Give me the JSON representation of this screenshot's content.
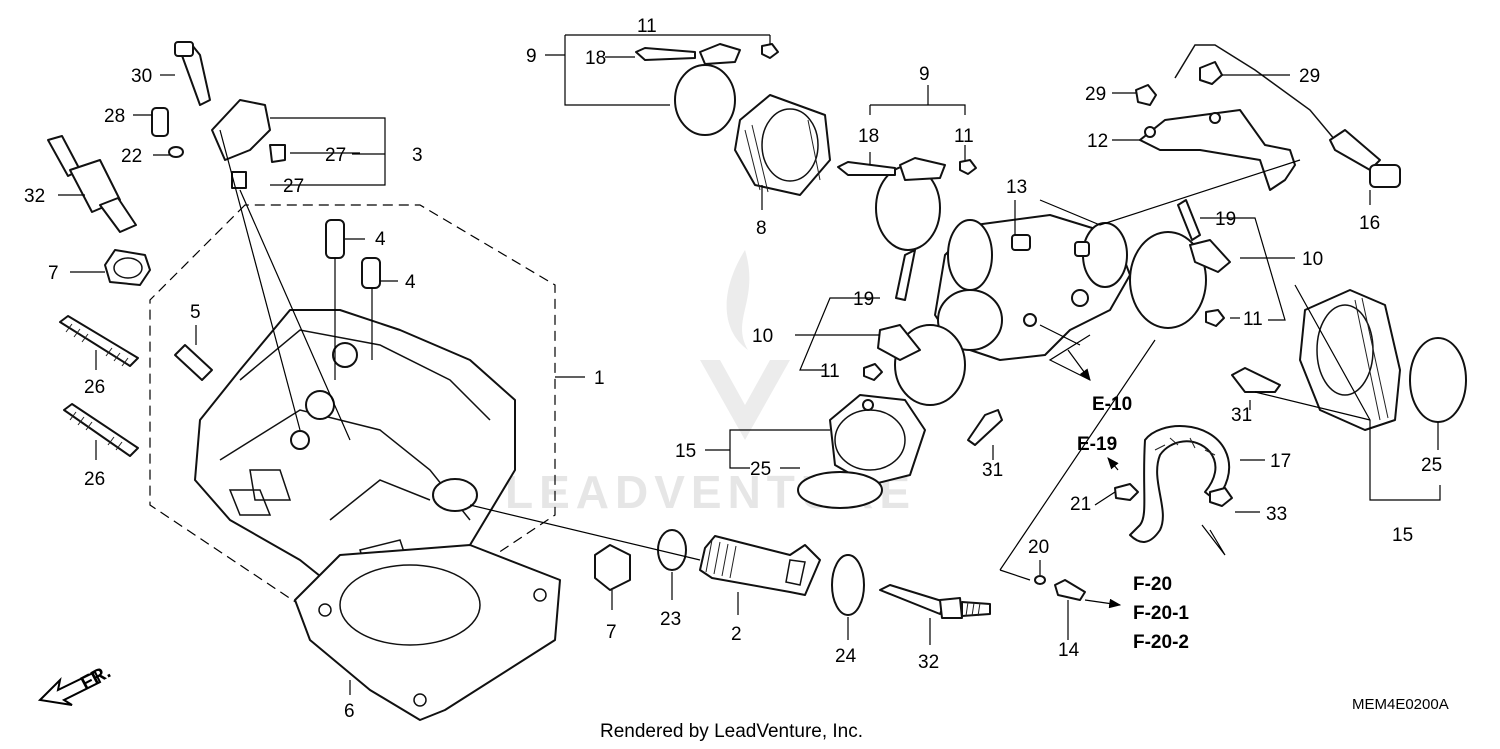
{
  "watermark": "LEADVENTURE",
  "credit": "Rendered by LeadVenture, Inc.",
  "diagram_code": "MEM4E0200A",
  "direction_label": "FR.",
  "callouts": {
    "c1": "1",
    "c2": "2",
    "c3": "3",
    "c4a": "4",
    "c4b": "4",
    "c5": "5",
    "c6": "6",
    "c7a": "7",
    "c7b": "7",
    "c8": "8",
    "c9a": "9",
    "c9b": "9",
    "c10a": "10",
    "c10b": "10",
    "c11a": "11",
    "c11b": "11",
    "c11c": "11",
    "c11d": "11",
    "c12": "12",
    "c13": "13",
    "c14": "14",
    "c15a": "15",
    "c15b": "15",
    "c16": "16",
    "c17": "17",
    "c18a": "18",
    "c18b": "18",
    "c19a": "19",
    "c19b": "19",
    "c20": "20",
    "c21": "21",
    "c22": "22",
    "c23": "23",
    "c24": "24",
    "c25a": "25",
    "c25b": "25",
    "c26a": "26",
    "c26b": "26",
    "c27a": "27",
    "c27b": "27",
    "c28": "28",
    "c29a": "29",
    "c29b": "29",
    "c30": "30",
    "c31a": "31",
    "c31b": "31",
    "c32a": "32",
    "c32b": "32",
    "c33": "33"
  },
  "references": {
    "e10": "E-10",
    "e19": "E-19",
    "f20": "F-20",
    "f20_1": "F-20-1",
    "f20_2": "F-20-2"
  }
}
